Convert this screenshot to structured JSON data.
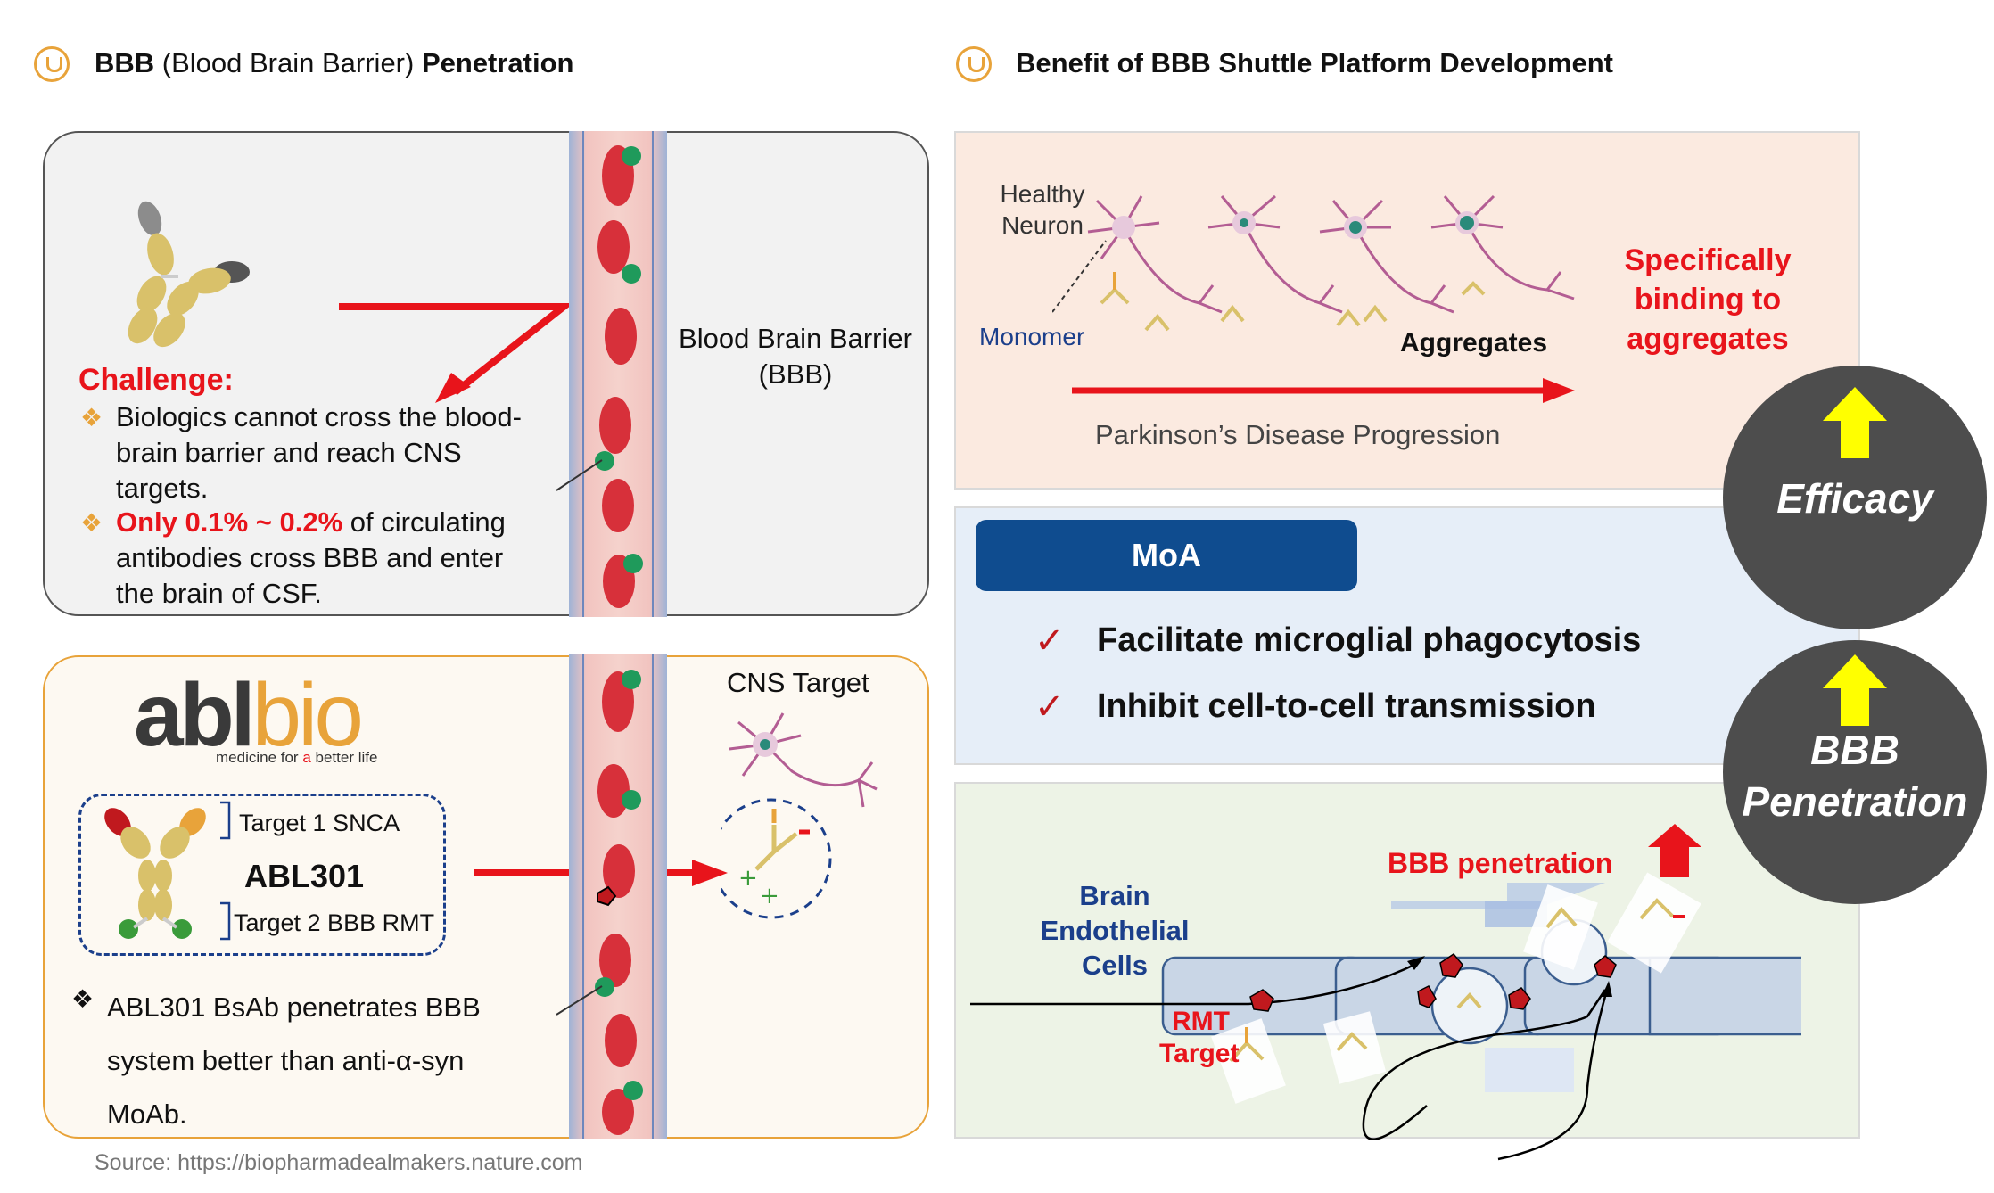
{
  "left_header": {
    "bold_1": "BBB",
    "normal": " (Blood Brain Barrier) ",
    "bold_2": "Penetration",
    "icon": "brain-icon"
  },
  "right_header": {
    "title": "Benefit of BBB Shuttle Platform Development",
    "icon": "brain-icon"
  },
  "challenge_panel": {
    "heading": "Challenge:",
    "bullet_1_line_1": "Biologics cannot cross the blood-",
    "bullet_1_line_2": "brain barrier and reach CNS",
    "bullet_1_line_3": "targets.",
    "bullet_2_highlight": "Only 0.1% ~ 0.2%",
    "bullet_2_rest": " of circulating",
    "bullet_2_line_2": "antibodies cross BBB and enter",
    "bullet_2_line_3": "the brain of CSF.",
    "bbb_label_line_1": "Blood Brain Barrier",
    "bbb_label_line_2": "(BBB)"
  },
  "ablbio_panel": {
    "logo_main_1": "abl",
    "logo_main_2": "bio",
    "logo_tagline_1": "medicine for ",
    "logo_tagline_2": "a",
    "logo_tagline_3": " better life",
    "target_1": "Target 1 SNCA",
    "drug_name": "ABL301",
    "target_2": "Target 2 BBB RMT",
    "cns_target": "CNS Target",
    "desc_line_1": "ABL301 BsAb penetrates BBB",
    "desc_line_2": "system better than anti-α-syn",
    "desc_line_3": "MoAb.",
    "bullet_glyph": "❖"
  },
  "source": "Source: https://biopharmadealmakers.nature.com",
  "efficacy_panel": {
    "healthy_line_1": "Healthy",
    "healthy_line_2": "Neuron",
    "monomer": "Monomer",
    "aggregates": "Aggregates",
    "progression": "Parkinson’s Disease Progression",
    "specific_line_1": "Specifically",
    "specific_line_2": "binding to",
    "specific_line_3": "aggregates"
  },
  "moa_panel": {
    "title": "MoA",
    "check": "✓",
    "item_1": "Facilitate microglial phagocytosis",
    "item_2": "Inhibit cell-to-cell transmission"
  },
  "penetration_panel": {
    "brain_line_1": "Brain",
    "brain_line_2": "Endothelial",
    "brain_line_3": "Cells",
    "bbb_penetration": "BBB penetration",
    "rmt_line_1": "RMT",
    "rmt_line_2": "Target"
  },
  "circles": {
    "efficacy": "Efficacy",
    "bbb_line_1": "BBB",
    "bbb_line_2": "Penetration"
  },
  "colors": {
    "red": "#e8141b",
    "orange": "#e8a33a",
    "navy": "#1b3f8b",
    "moa_blue": "#0f4c8f",
    "circle_gray": "#4d4d4d",
    "yellow": "#ffff00"
  }
}
